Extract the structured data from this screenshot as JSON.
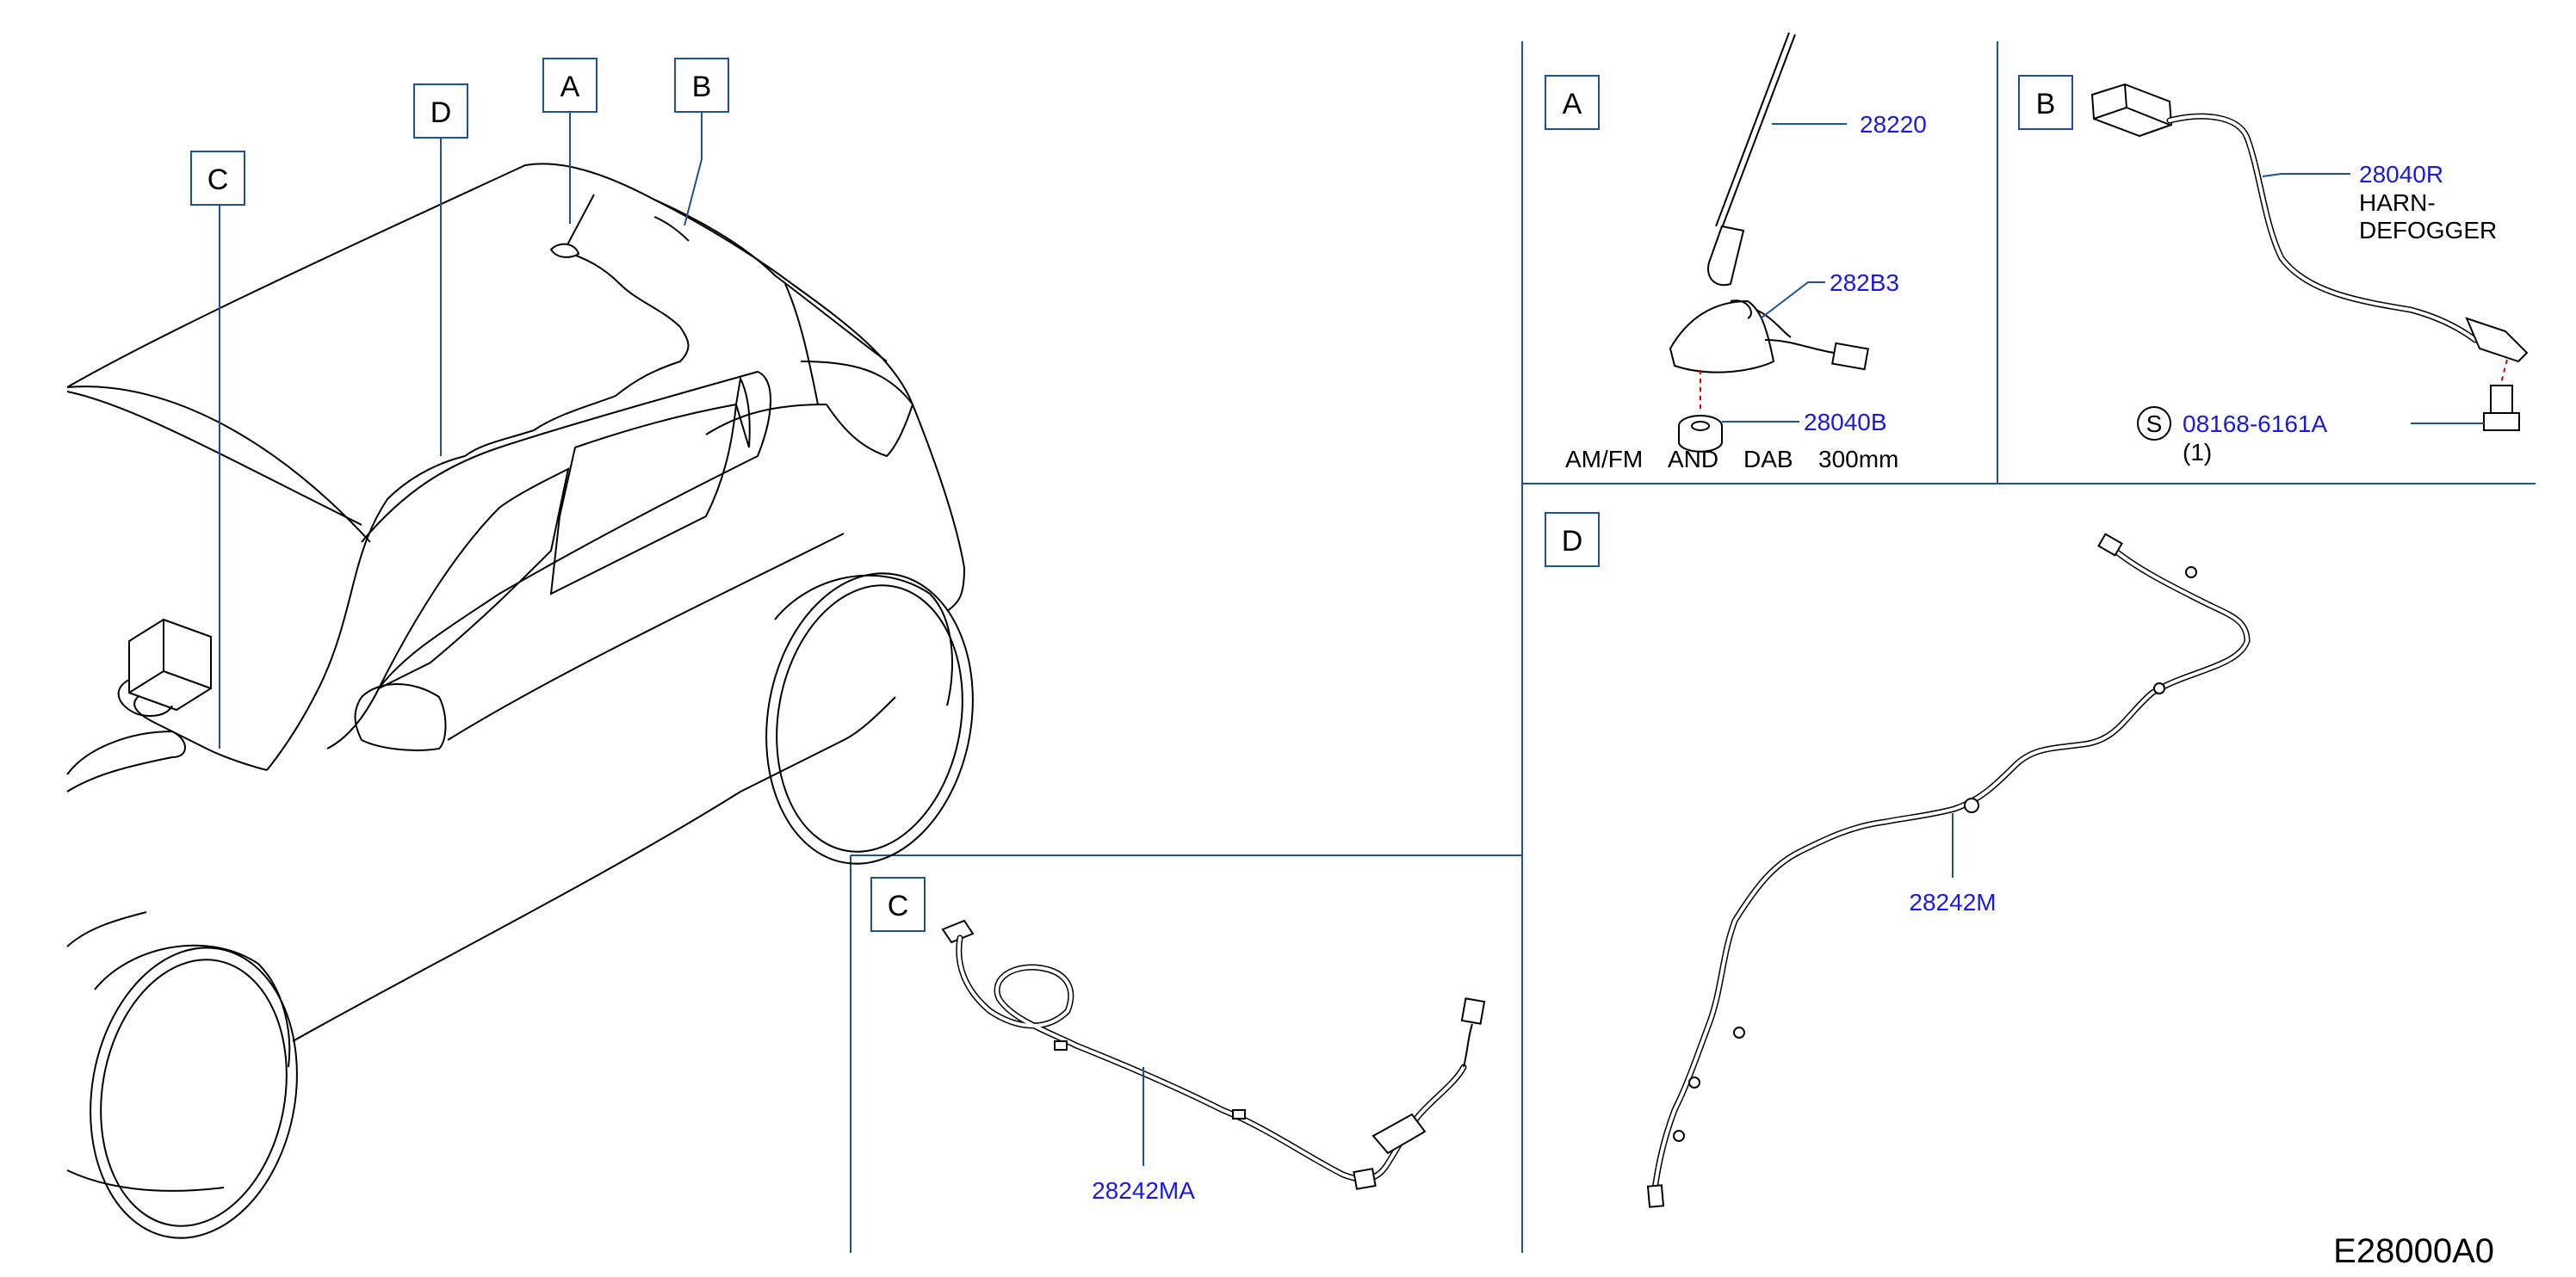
{
  "labels": {
    "main_a": "A",
    "main_b": "B",
    "main_c": "C",
    "main_d": "D",
    "panel_a": "A",
    "panel_b": "B",
    "panel_c": "C",
    "panel_d": "D"
  },
  "panel_a": {
    "part_antenna_rod": "28220",
    "part_antenna_base": "282B3",
    "part_grommet": "28040B",
    "note_words": [
      "AM/FM",
      "AND",
      "DAB",
      "300mm"
    ]
  },
  "panel_b": {
    "part_harness": "28040R",
    "harness_desc_line1": "HARN-",
    "harness_desc_line2": "DEFOGGER",
    "standard_mark": "S",
    "screw_part": "08168-6161A",
    "screw_qty": "(1)"
  },
  "panel_c": {
    "part_feeder": "28242MA"
  },
  "panel_d": {
    "part_feeder": "28242M"
  },
  "diagram_ref": "E28000A0",
  "colors": {
    "part_number": "#1a1adf",
    "leader": "#1f4fa0",
    "dashed_guide": "#dd0000"
  }
}
